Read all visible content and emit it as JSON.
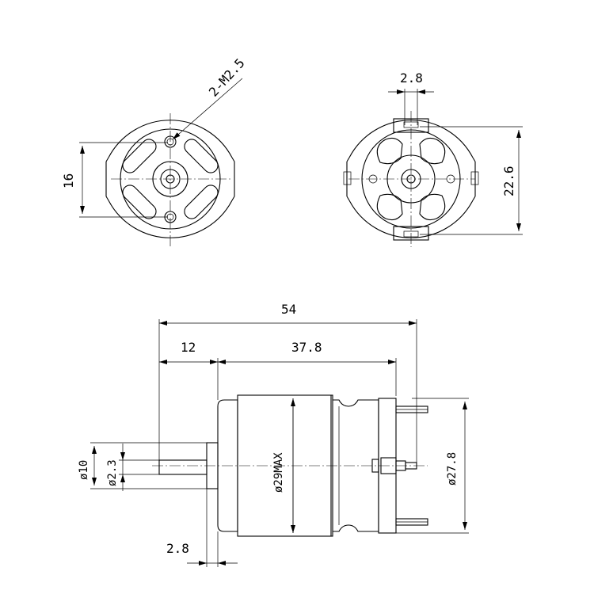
{
  "dimensions": {
    "front_thread": "2-M2.5",
    "front_hole_spacing": "16",
    "rear_terminal_width": "2.8",
    "rear_terminal_spacing": "22.6",
    "overall_length": "54",
    "shaft_length": "12",
    "body_length": "37.8",
    "bearing_boss_length": "2.8",
    "boss_diameter": "ø10",
    "shaft_diameter": "ø2.3",
    "body_diameter": "ø29MAX",
    "can_diameter": "ø27.8"
  }
}
